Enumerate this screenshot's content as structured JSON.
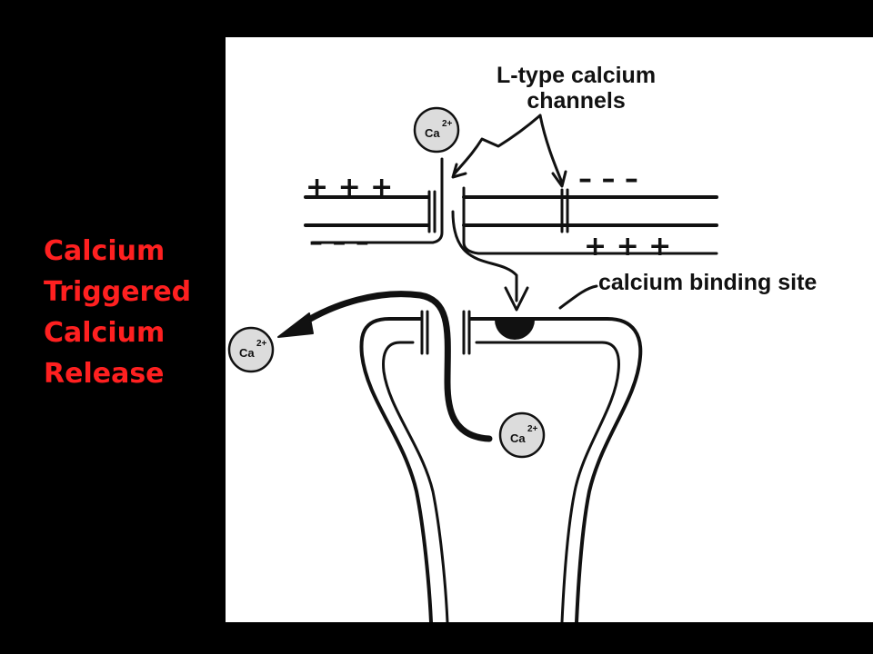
{
  "slide": {
    "background": "#000000",
    "title_color": "#ff2020",
    "title_lines": [
      "Calcium",
      "Triggered",
      "Calcium",
      "Release"
    ]
  },
  "diagram": {
    "labels": {
      "l_type_line1": "L-type calcium",
      "l_type_line2": "channels",
      "binding_site": "calcium binding site"
    },
    "ion": {
      "symbol": "Ca",
      "charge": "2+"
    },
    "membrane_signs": {
      "outer_left": "+ + +",
      "inner_left": "– – –",
      "outer_right": "– – –",
      "inner_right": "+ + +"
    }
  }
}
